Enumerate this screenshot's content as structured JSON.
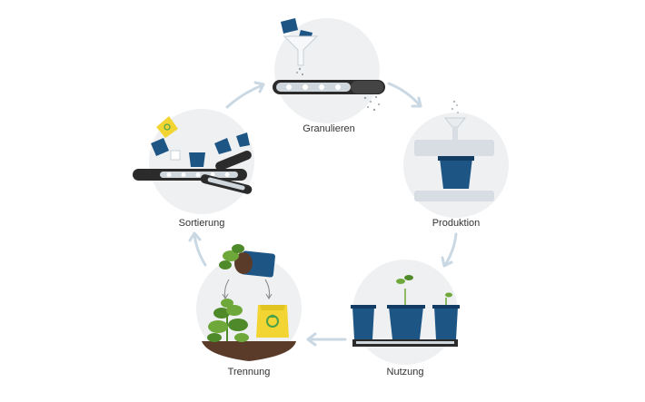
{
  "steps": [
    {
      "id": "granulieren",
      "label": "Granulieren"
    },
    {
      "id": "produktion",
      "label": "Produktion"
    },
    {
      "id": "nutzung",
      "label": "Nutzung"
    },
    {
      "id": "trennung",
      "label": "Trennung"
    },
    {
      "id": "sortierung",
      "label": "Sortierung"
    }
  ],
  "colors": {
    "circle": "#eef0f2",
    "arrow": "#c9d8e3",
    "pot": "#1d5585",
    "pot_dark": "#123c63",
    "belt": "#2b2b2b",
    "belt_inner": "#cfd6dc",
    "leaf": "#6fa83a",
    "leaf_dark": "#4f8a2a",
    "soil": "#5a3b2a",
    "bag": "#f2d533",
    "grey": "#d7dde2"
  },
  "icons": [
    "recycle-icon"
  ]
}
